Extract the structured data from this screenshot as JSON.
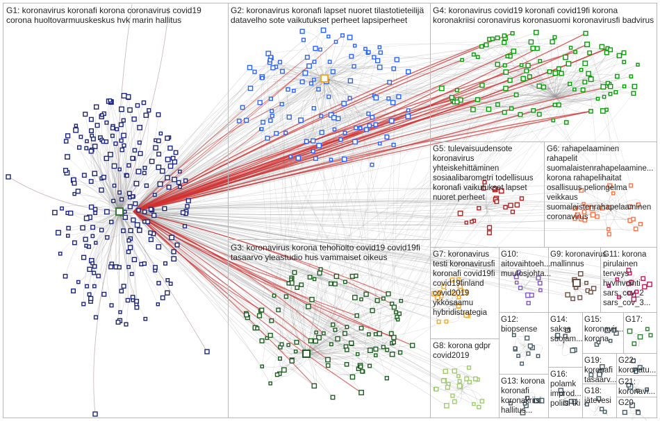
{
  "groups": [
    {
      "id": "G1",
      "label": "G1: koronavirus koronafi korona coronavirus covid19\ncorona huoltovarmuuskeskus hvk marin hallitus",
      "color": "#1a237e"
    },
    {
      "id": "G2",
      "label": "G2: koronavirus koronafi lapset nuoret tilastotieteilijä\ndatavelho sote vaikutukset perheet lapsiperheet",
      "color": "#2962ff"
    },
    {
      "id": "G3",
      "label": "G3: koronavirus korona tehohoito covid19 covid19fi\ntasaarvo yleastudio hus vammaiset oikeus",
      "color": "#1b5e20"
    },
    {
      "id": "G4",
      "label": "G4: koronavirus covid19 koronafi covid19fi korona\nkoronakriisi coronavirus koronasuomi koronavirusfi badvirus",
      "color": "#00a000"
    },
    {
      "id": "G5",
      "label": "G5: tulevaisuudensote\nkoronavirus\nyhteiskehittäminen\nsosiaalibarometri todellisuus\nkoronafi vaikutukset lapset\nnuoret perheet",
      "color": "#b71c1c"
    },
    {
      "id": "G6",
      "label": "G6: rahapelaaminen\nrahapelit\nsuomalaistenrahapelaamine...\nkorona rahapelihaitat\nosallisuus peliongelma\nveikkaus\nsuomalaistenrahapelaaminen\ncoronavirus",
      "color": "#ff7043"
    },
    {
      "id": "G7",
      "label": "G7: koronavirus\ntesti koronavirusfi\nkoronafi covid19fi\ncovid19finland\ncovid2019\nykkösaamu\nhybridistrategia",
      "color": "#f9a825"
    },
    {
      "id": "G8",
      "label": "G8: korona gdpr\ncovid2019",
      "color": "#9ccc65"
    },
    {
      "id": "G9",
      "label": "G9: koronavirus\nmallinnus",
      "color": "#c2185b"
    },
    {
      "id": "G10",
      "label": "G10:\naitovaihtoeh...\nmuutosjohta...",
      "color": "#6d4c41"
    },
    {
      "id": "G11",
      "label": "G11: korona\npirulainen\nterveys\nhyvinvointi\nsars_cov_2\nsars_cov_3...",
      "color": "#7e57c2"
    },
    {
      "id": "G12",
      "label": "G12:\nbiopsense",
      "color": "#455a64"
    },
    {
      "id": "G13",
      "label": "G13: korona\nkoronafi\nkoronakriisi\nhallitus...",
      "color": "#455a64"
    },
    {
      "id": "G14",
      "label": "G14:\nsaksa\nsuojam...",
      "color": "#455a64"
    },
    {
      "id": "G15",
      "label": "G15:\nkoronavir...\nkorona",
      "color": "#455a64"
    },
    {
      "id": "G16",
      "label": "G16:\npolamk\nimprod...\npoliisi tki",
      "color": "#455a64"
    },
    {
      "id": "G17",
      "label": "G17:",
      "color": "#2e7d32"
    },
    {
      "id": "G18",
      "label": "G18:\njätevesi",
      "color": "#455a64"
    },
    {
      "id": "G19",
      "label": "G19:\nkoronafi\ntasaarv...",
      "color": "#455a64"
    },
    {
      "id": "G20",
      "label": "G20",
      "color": "#455a64"
    },
    {
      "id": "G21",
      "label": "G21:\nkoronavi...",
      "color": "#455a64"
    },
    {
      "id": "G22",
      "label": "G22:\nkoronatu...",
      "color": "#455a64"
    }
  ]
}
